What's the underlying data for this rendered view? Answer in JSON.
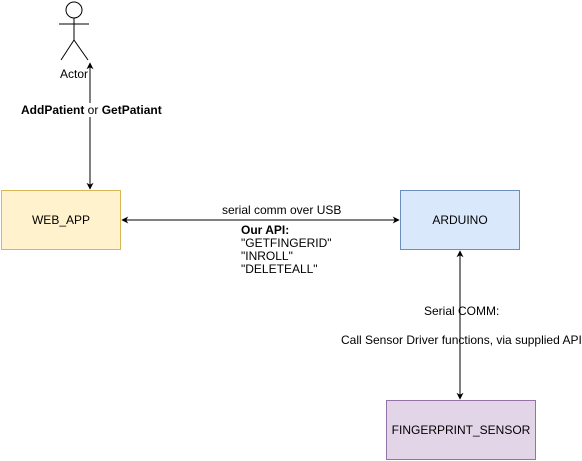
{
  "actor": {
    "label": "Actor"
  },
  "edges": {
    "actor_webapp": {
      "label_bold_1": "AddPatient",
      "label_mid": " or ",
      "label_bold_2": "GetPatiant"
    },
    "webapp_arduino": {
      "label": "serial comm over USB",
      "api_title": "Our API:",
      "api_items": [
        "\"GETFINGERID\"",
        "\"INROLL\"",
        "\"DELETEALL\""
      ]
    },
    "arduino_sensor": {
      "label_1": "Serial COMM:",
      "label_2": "Call Sensor Driver functions, via supplied API"
    }
  },
  "nodes": {
    "web_app": {
      "label": "WEB_APP",
      "fill": "#fff2cc",
      "stroke": "#d6b656"
    },
    "arduino": {
      "label": "ARDUINO",
      "fill": "#dae8fc",
      "stroke": "#6c8ebf"
    },
    "fingerprint_sensor": {
      "label": "FINGERPRINT_SENSOR",
      "fill": "#e1d5e7",
      "stroke": "#9673a6"
    }
  }
}
